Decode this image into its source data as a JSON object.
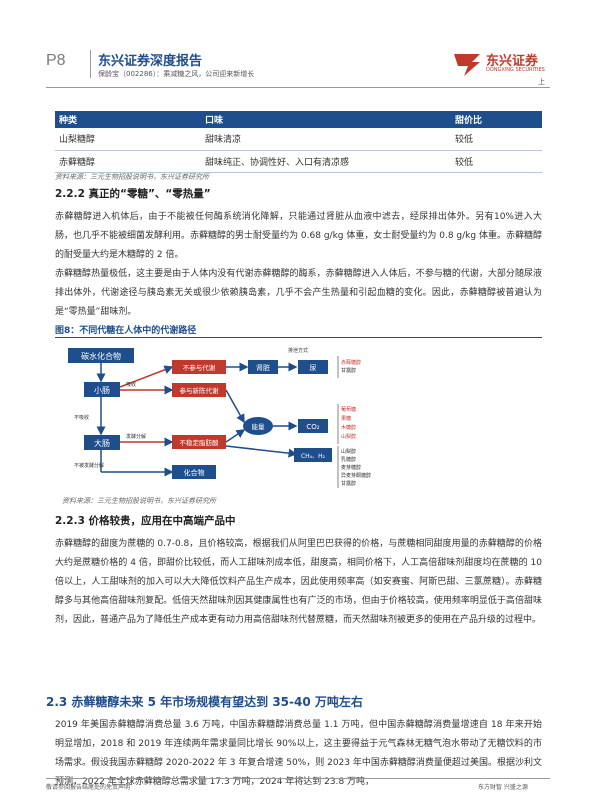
{
  "header": {
    "page_no": "P8",
    "title": "东兴证券深度报告",
    "subtitle": "保龄宝（002286）：乘减糖之风，公司迎来新增长",
    "corner_mark": "上",
    "logo_name": "东兴证券",
    "logo_en": "DONGXING SECURITIES"
  },
  "table": {
    "headers": [
      "种类",
      "口味",
      "甜价比"
    ],
    "rows": [
      [
        "山梨糖醇",
        "甜味清凉",
        "较低"
      ],
      [
        "赤藓糖醇",
        "甜味纯正、协调性好、入口有清凉感",
        "较低"
      ]
    ],
    "source": "资料来源：三元生物招股说明书，东兴证券研究所"
  },
  "section_222": {
    "heading": "2.2.2 真正的“零糖”、“零热量”",
    "para1": "赤藓糖醇进入机体后，由于不能被任何酶系统消化降解，只能通过肾脏从血液中滤去，经尿排出体外。另有10%进入大肠，也几乎不能被细菌发酵利用。赤藓糖醇的男士耐受量约为 0.68 g/kg 体重，女士耐受量约为 0.8 g/kg 体重。赤藓糖醇的耐受量大约是木糖醇的 2 倍。",
    "para2": "赤藓糖醇热量极低，这主要是由于人体内没有代谢赤藓糖醇的酶系，赤藓糖醇进入人体后，不参与糖的代谢，大部分随尿液排出体外，代谢途径与胰岛素无关或很少依赖胰岛素，几乎不会产生热量和引起血糖的变化。因此，赤藓糖醇被普遍认为是“零热量”甜味剂。"
  },
  "figure": {
    "title": "图8：不同代糖在人体中的代谢路径",
    "source": "资料来源：三元生物招股说明书，东兴证券研究所",
    "labels": {
      "carb": "碳水化合物",
      "small_intestine": "小肠",
      "large_intestine": "大肠",
      "compound": "化合物",
      "no_metabolism": "不参与代谢",
      "metabolism": "参与新陈代谢",
      "unstable_fa": "不稳定脂肪酸",
      "kidney": "肾脏",
      "urine": "尿",
      "energy": "能量",
      "co2": "CO₂",
      "gas": "CH₄、H₂",
      "excretion": "排泄方式",
      "absorb": "吸收",
      "not_absorb": "不吸收",
      "fermented": "发酵分解",
      "not_fermented": "不被发酵分解"
    },
    "right_groups": [
      [
        "赤藓糖醇",
        "甘露醇"
      ],
      [
        "葡萄糖",
        "果糖",
        "木糖醇",
        "山梨醇"
      ],
      [
        "山梨醇",
        "乳糖醇",
        "麦芽糖醇",
        "异麦芽酮糖醇",
        "甘露醇"
      ]
    ]
  },
  "section_223": {
    "heading": "2.2.3 价格较贵，应用在中高端产品中",
    "para": "赤藓糖醇的甜度为蔗糖的 0.7-0.8，且价格较高，根据我们从阿里巴巴获得的价格，与蔗糖相同甜度用量的赤藓糖醇的价格大约是蔗糖价格的 4 倍，即甜价比较低，而人工甜味剂成本低，甜度高，相同价格下，人工高倍甜味剂甜度均在蔗糖的 10 倍以上，人工甜味剂的加入可以大大降低饮料产品生产成本，因此使用频率高（如安赛蜜、阿斯巴甜、三氯蔗糖）。赤藓糖醇多与其他高倍甜味剂复配。低倍天然甜味剂因其健康属性也有广泛的市场，但由于价格较高，使用频率明显低于高倍甜味剂，因此，普通产品为了降低生产成本更有动力用高倍甜味剂代替蔗糖，而天然甜味剂被更多的使用在产品升级的过程中。"
  },
  "section_23": {
    "heading": "2.3 赤藓糖醇未来 5 年市场规模有望达到 35-40 万吨左右",
    "para": "2019 年美国赤藓糖醇消费总量 3.6 万吨，中国赤藓糖醇消费总量 1.1 万吨，但中国赤藓糖醇消费量增速自 18 年来开始明显增加，2018 和 2019 年连续两年需求量同比增长 90%以上，这主要得益于元气森林无糖气泡水带动了无糖饮料的市场需求。假设我国赤藓糖醇 2020-2022 年 3 年复合增速 50%，则 2023 年中国赤藓糖醇消费量便超过美国。根据沙利文预测，2022 年全球赤藓糖醇总需求量 17.3 万吨，2024 年将达到 23.8 万吨，"
  },
  "footer": {
    "left": "敬请参阅报告结尾处的免责声明",
    "right": "东方财智 兴盛之源"
  }
}
